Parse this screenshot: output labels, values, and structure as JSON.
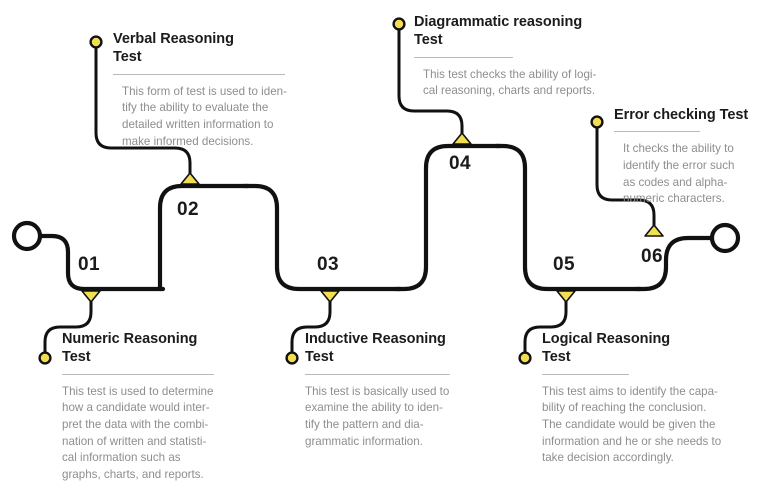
{
  "theme": {
    "accent_color": "#F2DE52",
    "line_color": "#111111",
    "title_color": "#1B1B1B",
    "body_color": "#8E8E8E",
    "rule_color": "#B9B9B9",
    "background": "#FFFFFF"
  },
  "steps": [
    {
      "number": "01",
      "title": "Numeric Reasoning\nTest",
      "body": "This test is used to determine\nhow a candidate would inter-\npret the data with the combi-\nnation of written and statisti-\ncal information such as\ngraphs, charts, and reports.",
      "position": "below"
    },
    {
      "number": "02",
      "title": "Verbal Reasoning\nTest",
      "body": "This form of test is used to iden-\ntify the ability to evaluate the\ndetailed written information to\nmake informed decisions.",
      "position": "above"
    },
    {
      "number": "03",
      "title": "Inductive Reasoning\nTest",
      "body": "This test is basically used to\nexamine the ability to iden-\ntify the pattern and dia-\ngrammatic information.",
      "position": "below"
    },
    {
      "number": "04",
      "title": "Diagrammatic reasoning\nTest",
      "body": "This test checks the ability of logi-\ncal reasoning, charts and reports.",
      "position": "above"
    },
    {
      "number": "05",
      "title": "Logical Reasoning\nTest",
      "body": "This test aims to identify the capa-\nbility of reaching the conclusion.\nThe candidate would be given the\ninformation and he or she needs to\ntake decision accordingly.",
      "position": "below"
    },
    {
      "number": "06",
      "title": "Error checking Test",
      "body": "It checks the ability to\nidentify the error such\nas codes and alpha-\nnumeric characters.",
      "position": "above"
    }
  ],
  "icons": {
    "start_marker": "circle-outline-icon",
    "end_marker": "circle-outline-icon",
    "node_marker_up": "triangle-up-icon",
    "node_marker_down": "triangle-down-icon",
    "leader_dot": "dot-icon"
  }
}
